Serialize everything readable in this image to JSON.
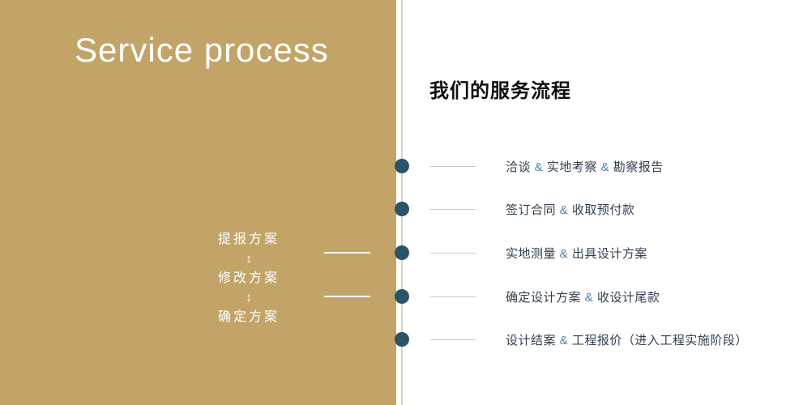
{
  "left_panel": {
    "title": "Service process",
    "loop_items": [
      "提报方案",
      "修改方案",
      "确定方案"
    ],
    "arrow_glyph": "↕"
  },
  "right_panel": {
    "heading": "我们的服务流程",
    "steps": [
      {
        "text": "洽谈 & 实地考察 & 勘察报告"
      },
      {
        "text": "签订合同 & 收取预付款"
      },
      {
        "text": "实地测量 & 出具设计方案"
      },
      {
        "text": "确定设计方案 & 收设计尾款"
      },
      {
        "text": "设计结案 & 工程报价（进入工程实施阶段）"
      }
    ]
  },
  "colors": {
    "panel_gold": "#c3a468",
    "dot_navy": "#2c5468",
    "ampersand_blue": "#4f81a8",
    "step_text": "#333f4e",
    "connector_gray": "#c9c9c9",
    "title_white": "#ffffff"
  }
}
